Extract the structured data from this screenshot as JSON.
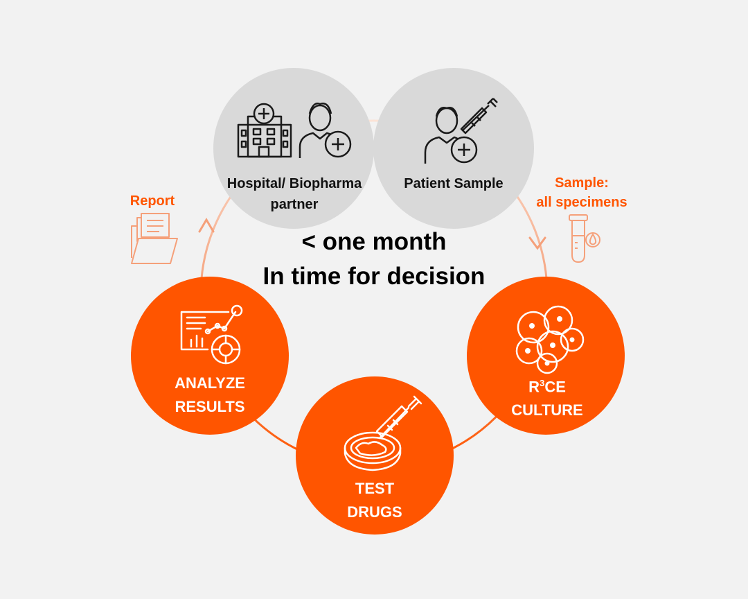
{
  "colors": {
    "background": "#f2f2f2",
    "accent": "#ff5500",
    "accent_light": "#f5a07a",
    "grey_circle": "#d9d9d9",
    "icon_dark": "#1a1a1a"
  },
  "center": {
    "line1": "< one month",
    "line2": "In time for decision"
  },
  "partner": {
    "label_line1": "Hospital/ Biopharma",
    "label_line2": "partner",
    "icons": [
      "hospital-icon",
      "doctor-icon"
    ]
  },
  "patient": {
    "label": "Patient Sample",
    "icon": "patient-syringe-icon"
  },
  "report": {
    "label": "Report",
    "icon": "report-folder-icon"
  },
  "sample": {
    "label_line1": "Sample:",
    "label_line2": "all specimens",
    "icon": "test-tube-icon"
  },
  "culture": {
    "line1_base": "R",
    "line1_sup": "3",
    "line1_rest": "CE",
    "line2": "CULTURE",
    "icon": "cell-cluster-icon"
  },
  "test": {
    "line1": "TEST",
    "line2": "DRUGS",
    "icon": "petri-dish-syringe-icon"
  },
  "analyze": {
    "line1": "ANALYZE",
    "line2": "RESULTS",
    "icon": "analytics-dashboard-icon"
  }
}
